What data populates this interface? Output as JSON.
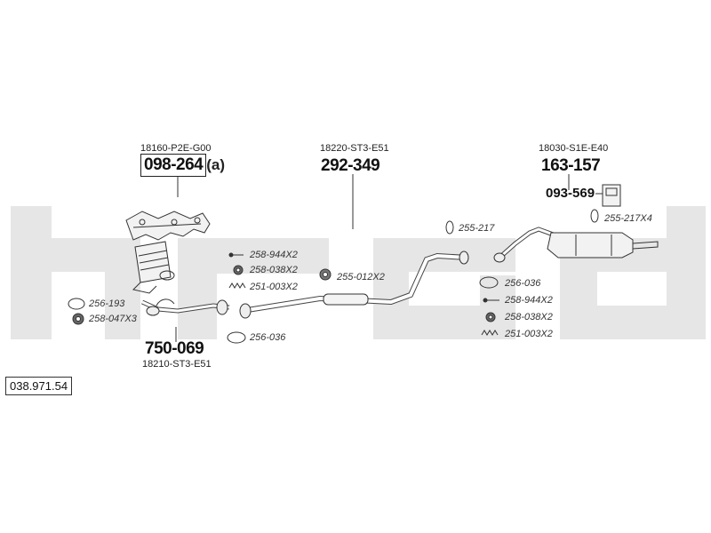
{
  "catalog_number": "038.971.54",
  "assemblies": {
    "manifold": {
      "oem": "18160-P2E-G00",
      "part": "098-264",
      "suffix": "(a)"
    },
    "front_pipe": {
      "oem": "18210-ST3-E51",
      "part": "750-069"
    },
    "middle_pipe": {
      "oem": "18220-ST3-E51",
      "part": "292-349"
    },
    "rear_muffler": {
      "oem": "18030-S1E-E40",
      "part": "163-157",
      "sub_part": "093-569"
    }
  },
  "parts": {
    "p256_193": "256-193",
    "p258_047": "258-047X3",
    "p258_944_a": "258-944X2",
    "p258_038_a": "258-038X2",
    "p251_003_a": "251-003X2",
    "p256_036_a": "256-036",
    "p255_012": "255-012X2",
    "p255_217": "255-217",
    "p255_217x4": "255-217X4",
    "p256_036_b": "256-036",
    "p258_944_b": "258-944X2",
    "p258_038_b": "258-038X2",
    "p251_003_b": "251-003X2"
  },
  "colors": {
    "watermark": "#e5e5e5",
    "line": "#333333"
  }
}
